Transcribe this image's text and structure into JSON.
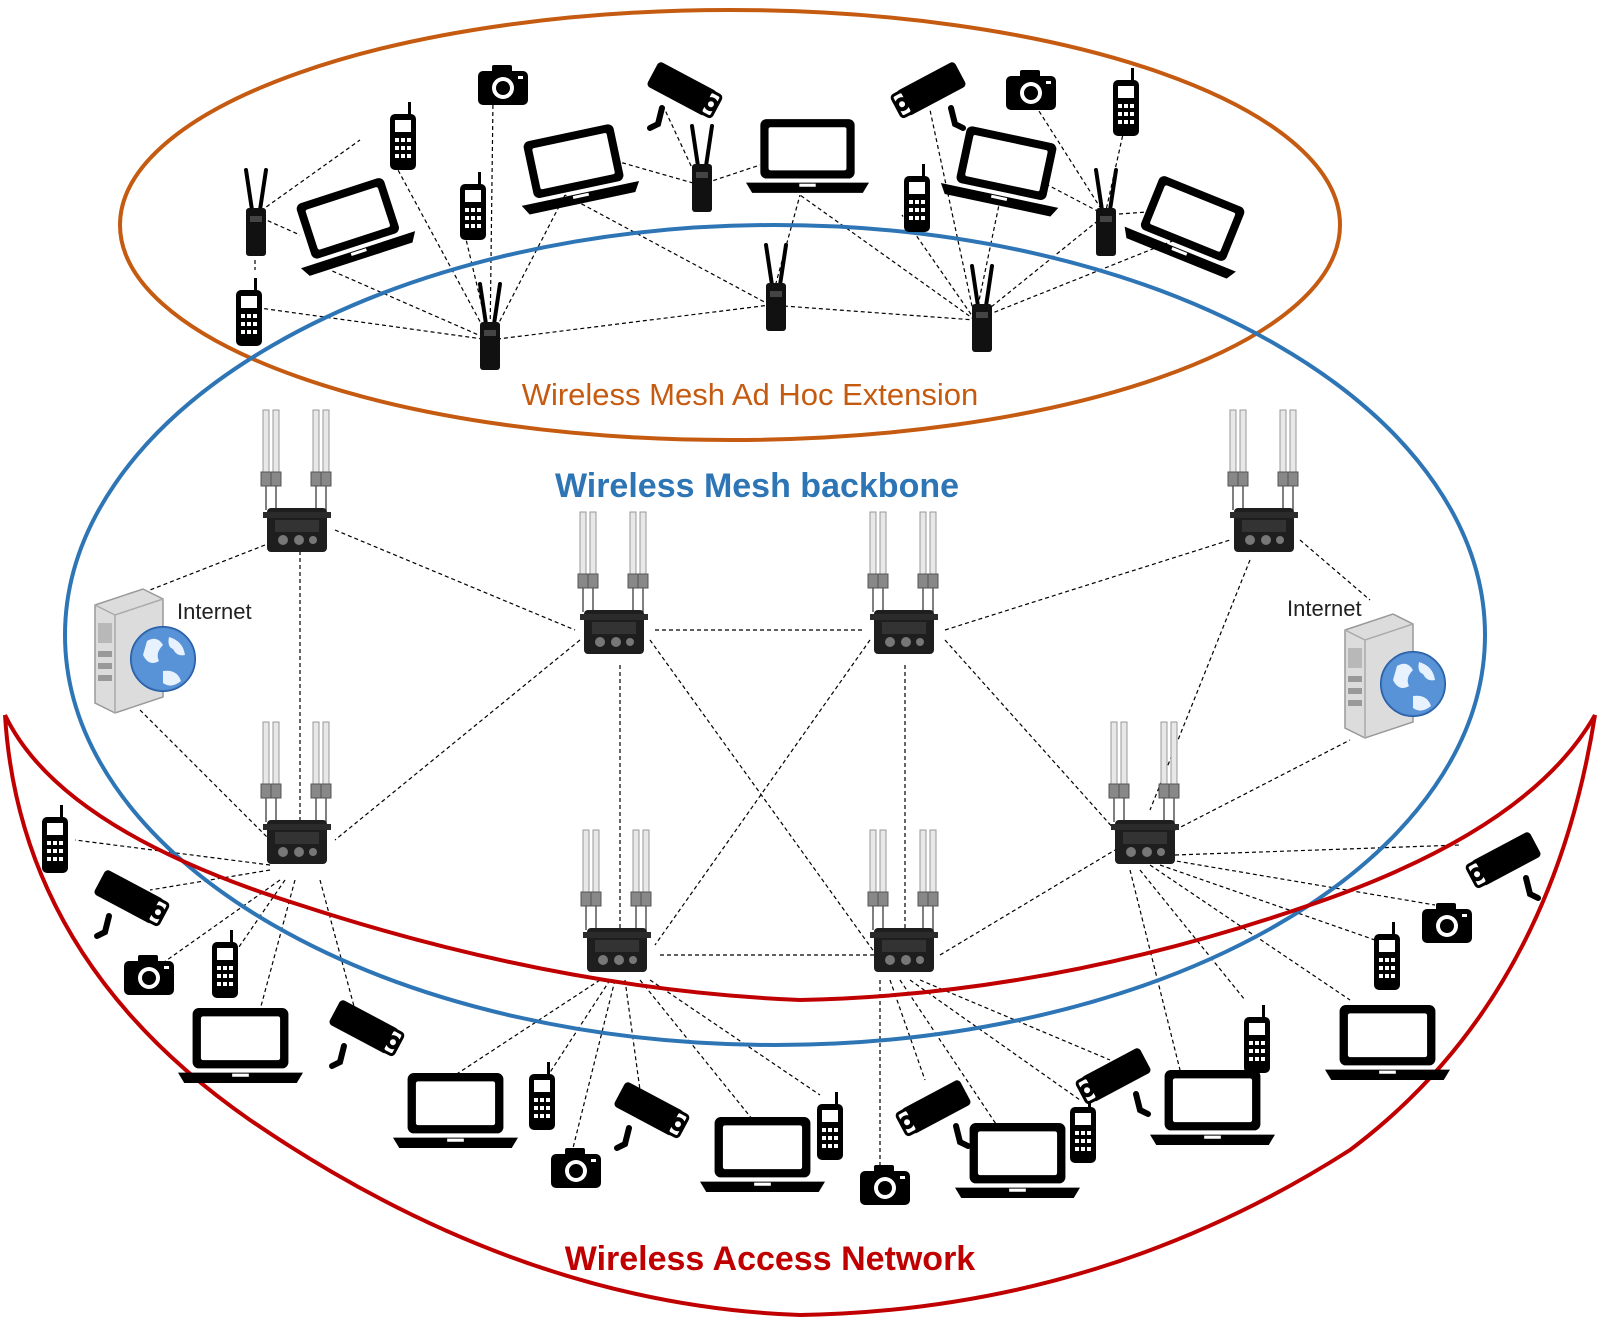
{
  "labels": {
    "adhoc": "Wireless Mesh Ad Hoc Extension",
    "backbone": "Wireless Mesh backbone",
    "access": "Wireless Access Network",
    "internet_left": "Internet",
    "internet_right": "Internet"
  },
  "colors": {
    "adhoc": "#c55a11",
    "backbone": "#2e75b6",
    "access": "#c00000",
    "device": "#000000"
  },
  "icons": [
    "mesh-router-icon",
    "handheld-radio-icon",
    "server-globe-icon",
    "laptop-icon",
    "phone-icon",
    "camera-icon",
    "cctv-camera-icon"
  ]
}
